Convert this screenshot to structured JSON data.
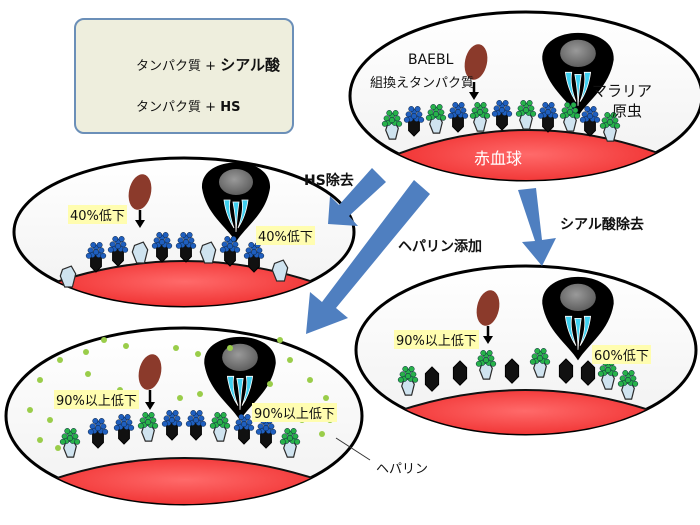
{
  "legend": {
    "row1_prefix": "タンパク質",
    "row1_plus": "+",
    "row1_suffix": "シアル酸",
    "row2_prefix": "タンパク質",
    "row2_plus": "+",
    "row2_suffix": "HS"
  },
  "top": {
    "baebl_line1": "BAEBL",
    "baebl_line2": "組換えタンパク質",
    "parasite_line1": "マラリア",
    "parasite_line2": "原虫",
    "rbc": "赤血球"
  },
  "arrows": {
    "hs_removal": "HS除去",
    "heparin_add": "ヘパリン添加",
    "sialic_removal": "シアル酸除去"
  },
  "panel_hs": {
    "left": "40%低下",
    "right": "40%低下"
  },
  "panel_sialic": {
    "left": "90%以上低下",
    "right": "60%低下"
  },
  "panel_heparin": {
    "left": "90%以上低下",
    "right": "90%以上低下",
    "heparin_label": "ヘパリン"
  },
  "colors": {
    "arrow": "#4f7fc0",
    "rbc": "#e8202a",
    "sialic_bead": "#1f5fbf",
    "hs_bead": "#27b24a",
    "protein_dark": "#111111",
    "protein_light": "#cfe3ef",
    "baebl": "#8b3a2b",
    "parasite_cyan": "#3fd0f0",
    "heparin_dot": "#9acd4a"
  }
}
